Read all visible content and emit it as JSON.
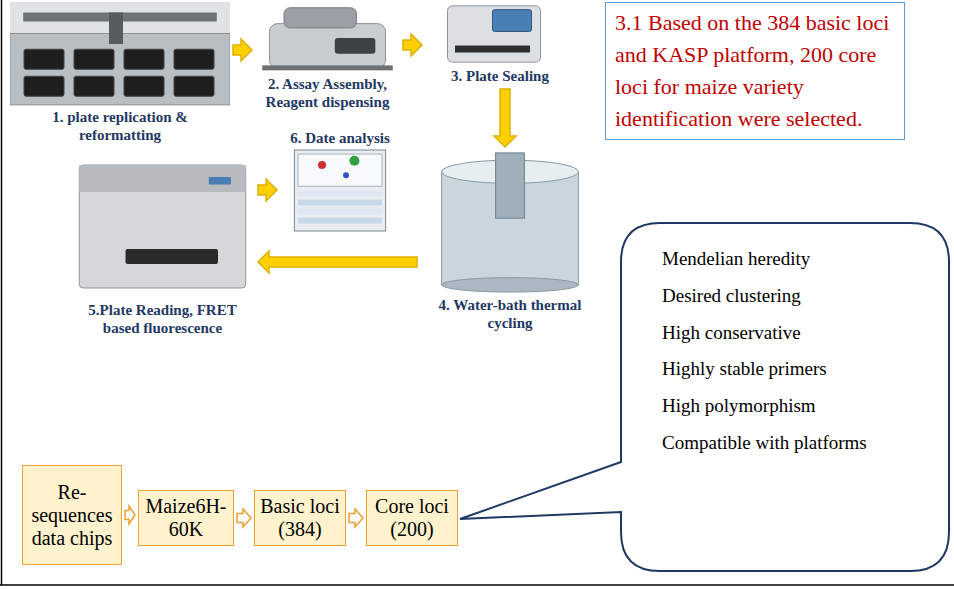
{
  "diagram": {
    "nodes": [
      {
        "text": [
          "1. plate replication & reformatting"
        ]
      },
      {
        "text": [
          "2. Assay Assembly, Reagent dispensing"
        ]
      },
      {
        "text": [
          "3. Plate Sealing"
        ]
      },
      {
        "text": [
          "4. Water-bath thermal cycling"
        ]
      },
      {
        "text": [
          "5.Plate Reading, FRET based fluorescence"
        ]
      },
      {
        "text": [
          "6. Date analysis"
        ]
      },
      {
        "text": [
          "3.1 Based on the 384 basic loci and KASP platform, 200 core loci for maize variety identification were selected."
        ]
      },
      {
        "text": [
          "Re-sequences data chips"
        ]
      },
      {
        "text": [
          "Maize6H-60K"
        ]
      },
      {
        "text": [
          "Basic loci (384)"
        ]
      },
      {
        "text": [
          "Core loci (200)"
        ]
      },
      {
        "text": [
          "Mendelian heredity",
          "Desired clustering",
          "High conservative",
          "Highly stable primers",
          "High polymorphism",
          "Compatible with platforms"
        ]
      }
    ],
    "edges": [
      {
        "from": 0,
        "to": 1,
        "arrow": "to"
      },
      {
        "from": 1,
        "to": 2,
        "arrow": "to"
      },
      {
        "from": 2,
        "to": 3,
        "arrow": "to"
      },
      {
        "from": 3,
        "to": 4,
        "arrow": "to"
      },
      {
        "from": 4,
        "to": 5,
        "arrow": "to"
      },
      {
        "from": 7,
        "to": 8,
        "arrow": "to"
      },
      {
        "from": 8,
        "to": 9,
        "arrow": "to"
      },
      {
        "from": 9,
        "to": 10,
        "arrow": "to"
      }
    ]
  }
}
